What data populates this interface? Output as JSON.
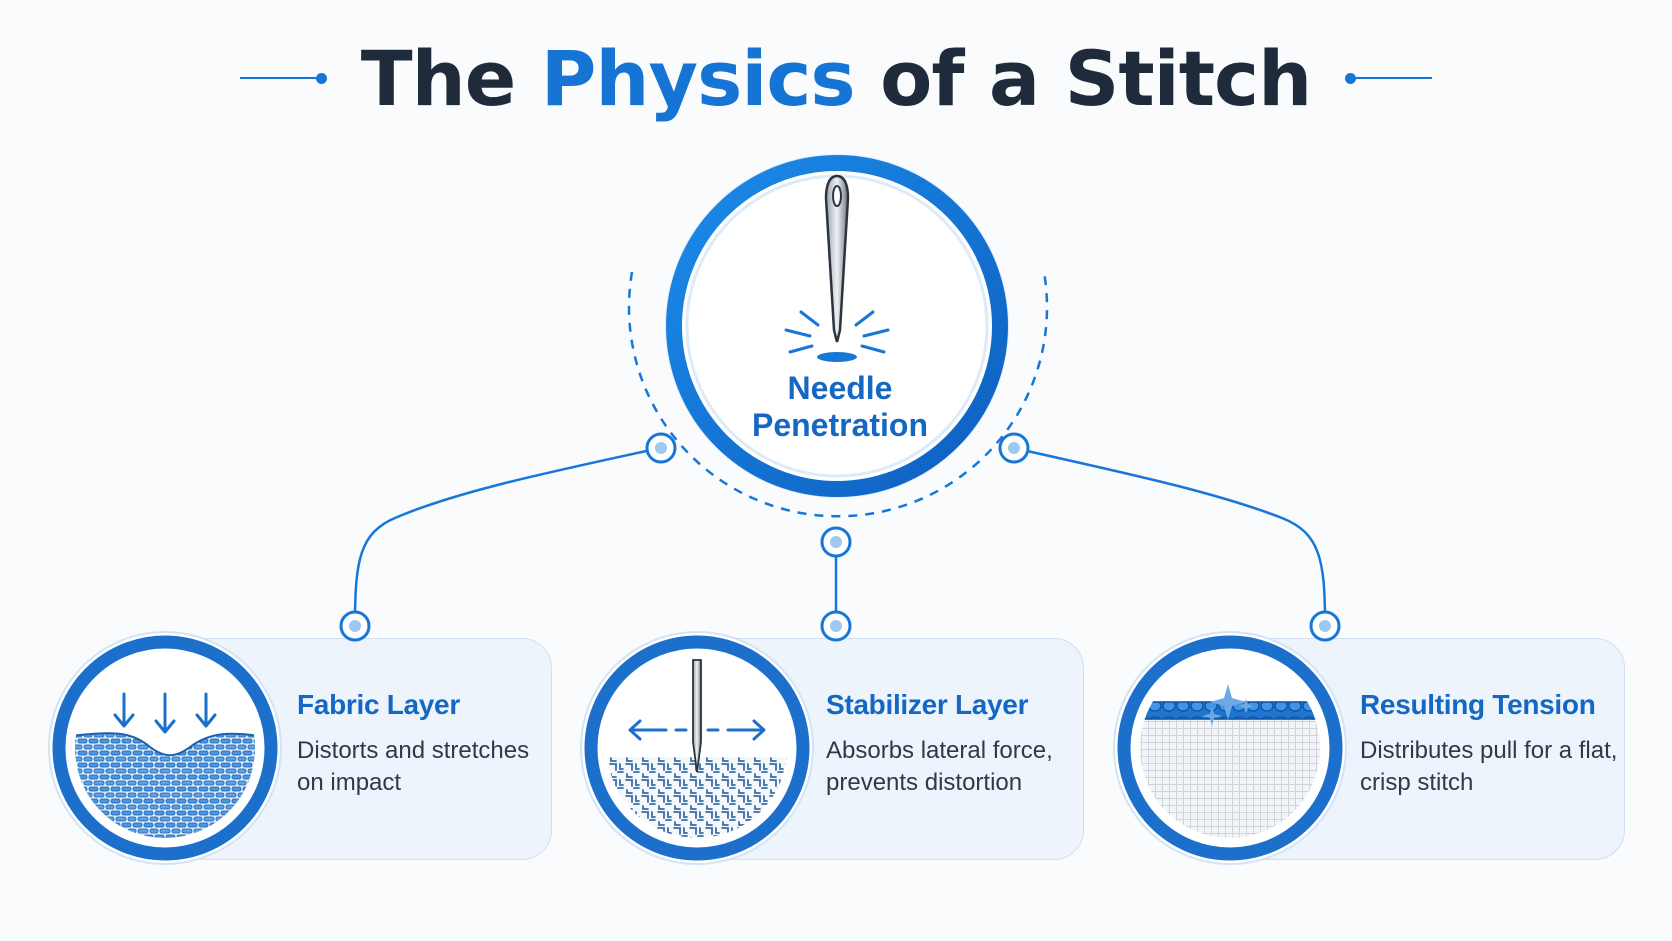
{
  "title": {
    "part1": "The ",
    "accent": "Physics",
    "part2": " of a Stitch"
  },
  "hub": {
    "label_line1": "Needle",
    "label_line2": "Penetration",
    "icon": "needle-icon"
  },
  "layers": [
    {
      "title": "Fabric Layer",
      "description": "Distorts and stretches on impact",
      "icon": "fabric-compression-icon"
    },
    {
      "title": "Stabilizer Layer",
      "description": "Absorbs lateral force, prevents distortion",
      "icon": "stabilizer-mesh-icon"
    },
    {
      "title": "Resulting Tension",
      "description": "Distributes pull for a flat, crisp stitch",
      "icon": "flat-stitch-icon"
    }
  ],
  "colors": {
    "primary": "#1677d8",
    "title_dark": "#1f2a3a",
    "heading_blue": "#1567c4",
    "card_bg": "#eef4fc"
  }
}
